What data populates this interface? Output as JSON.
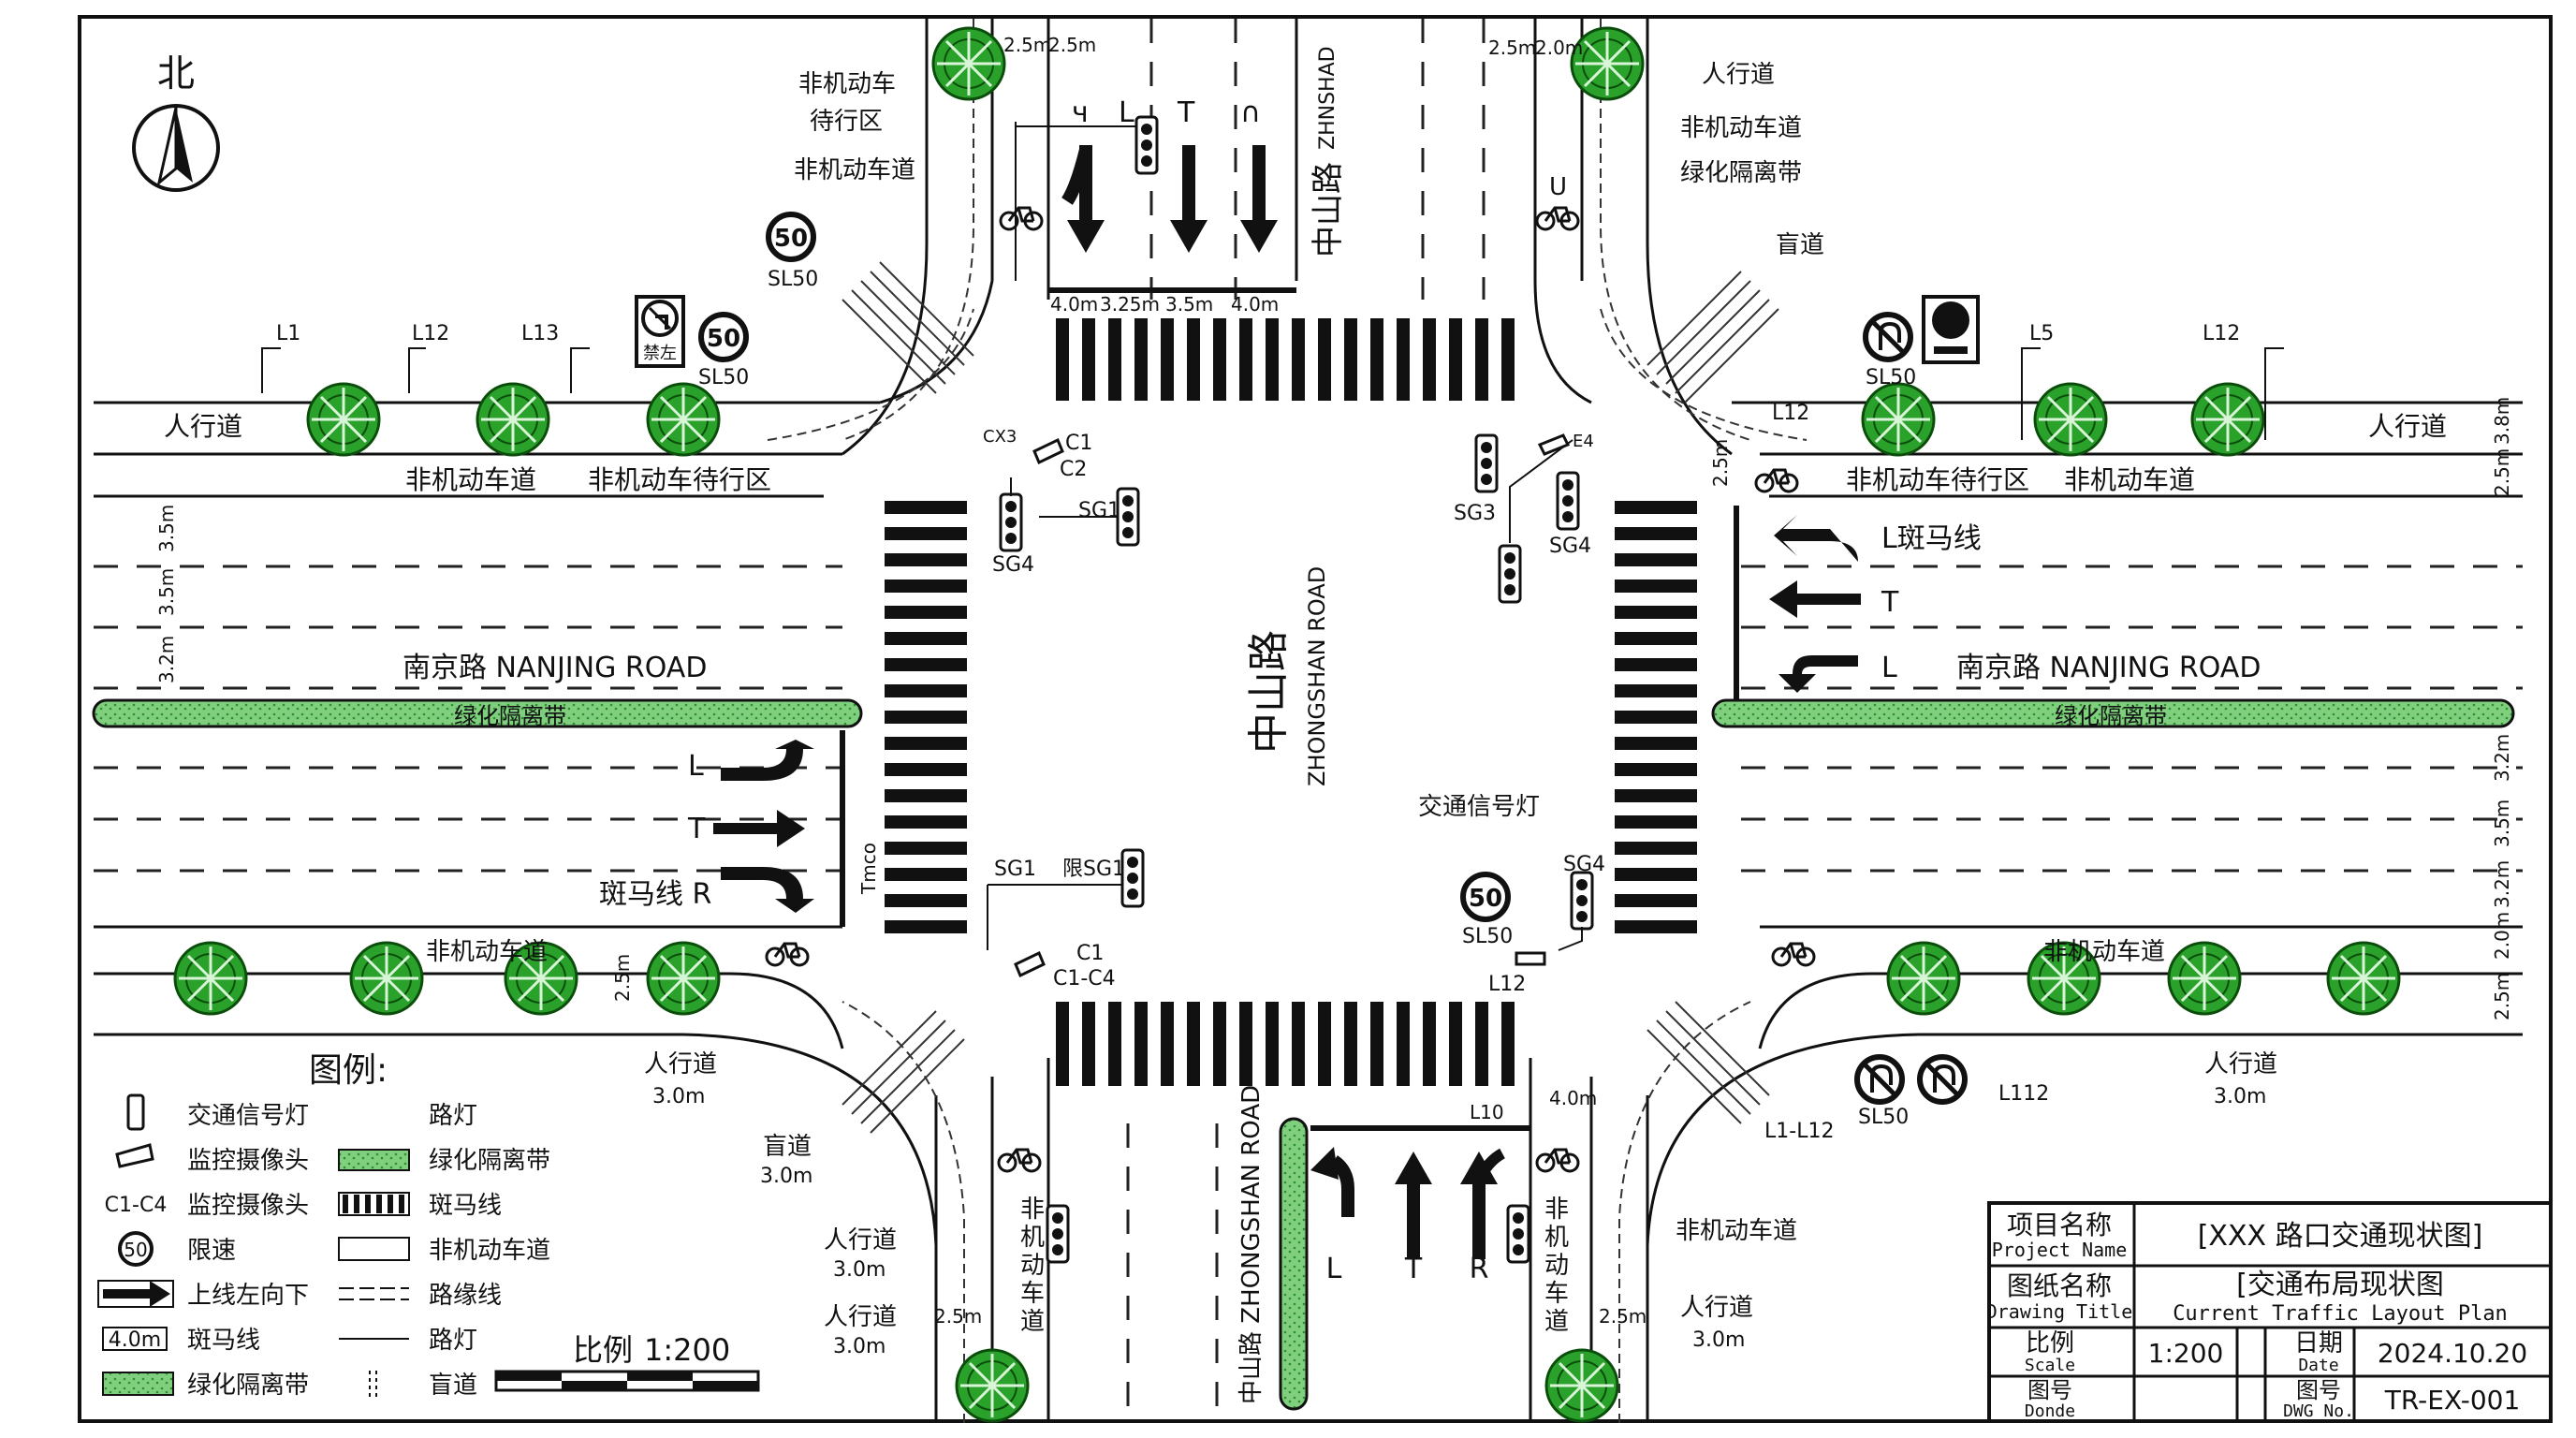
{
  "north": {
    "label": "北"
  },
  "roads": {
    "nanjing": "南京路 NANJING ROAD",
    "zhongshan_cn": "中山路",
    "zhongshan_en": "ZHONGSHAN ROAD",
    "zhongshan_north_en": "ZHNSHAD",
    "zhongshan_south": "中山路 ZHONGSHAN ROAD"
  },
  "labels": {
    "sidewalk": "人行道",
    "bike_lane": "非机动车道",
    "bike_wait": "非机动车待行区",
    "bike_wait_stacked": "非机动车\n待行区",
    "green_belt": "绿化隔离带",
    "blind_path": "盲道",
    "traffic_light": "交通信号灯",
    "no_left": "禁左",
    "bike_lane_vertical": "非机动车道",
    "u_mark": "U"
  },
  "dims": {
    "d25": "2.5m",
    "d20": "2.0m",
    "d40": "4.0m",
    "d325": "3.25m",
    "d35": "3.5m",
    "d32": "3.2m",
    "d38": "3.8m",
    "d30": "3.0m"
  },
  "speed": {
    "value": "50",
    "code": "SL50"
  },
  "lane_letters": {
    "L": "L",
    "T": "T",
    "R": "R",
    "U": "∩",
    "Y": "ч"
  },
  "east_lanes": {
    "l1": "L斑马线",
    "l2": "T",
    "l3": "L"
  },
  "west_lanes": {
    "l1": "L",
    "l2": "T",
    "l3": "斑马线 R"
  },
  "codes": {
    "L1": "L1",
    "L12": "L12",
    "L13": "L13",
    "L5": "L5",
    "L10": "L10",
    "L112": "L112",
    "L1_L12": "L1-L12",
    "C1": "C1",
    "C2": "C2",
    "C1_C4": "C1-C4",
    "CX3": "CX3",
    "E4": "E4",
    "SG1": "SG1",
    "SG3": "SG3",
    "SG4": "SG4",
    "XSG1": "限SG1",
    "MCO": "Tmco"
  },
  "legend": {
    "title": "图例:",
    "left": [
      "交通信号灯",
      "监控摄像头",
      "监控摄像头",
      "限速",
      "上线左向下",
      "斑马线",
      "绿化隔离带"
    ],
    "left_codes": [
      "",
      "",
      "C1-C4",
      "50",
      "",
      "4.0m",
      ""
    ],
    "right": [
      "路灯",
      "绿化隔离带",
      "斑马线",
      "非机动车道",
      "路缘线",
      "路灯",
      "盲道"
    ]
  },
  "scale_bar": {
    "label": "比例",
    "value": "1:200"
  },
  "title_block": {
    "project_cn": "项目名称",
    "project_en": "Project Name",
    "project_value": "[XXX 路口交通现状图]",
    "drawing_cn": "图纸名称",
    "drawing_en": "Drawing Title",
    "drawing_value_cn": "[交通布局现状图",
    "drawing_value_en": "Current Traffic Layout Plan",
    "scale_cn": "比例",
    "scale_en": "Scale",
    "scale_value": "1:200",
    "date_cn": "日期",
    "date_en": "Date",
    "date_value": "2024.10.20",
    "done_cn": "图号",
    "done_en": "Donde",
    "dwg_cn": "图号",
    "dwg_en": "DWG No.",
    "dwg_value": "TR-EX-001"
  }
}
